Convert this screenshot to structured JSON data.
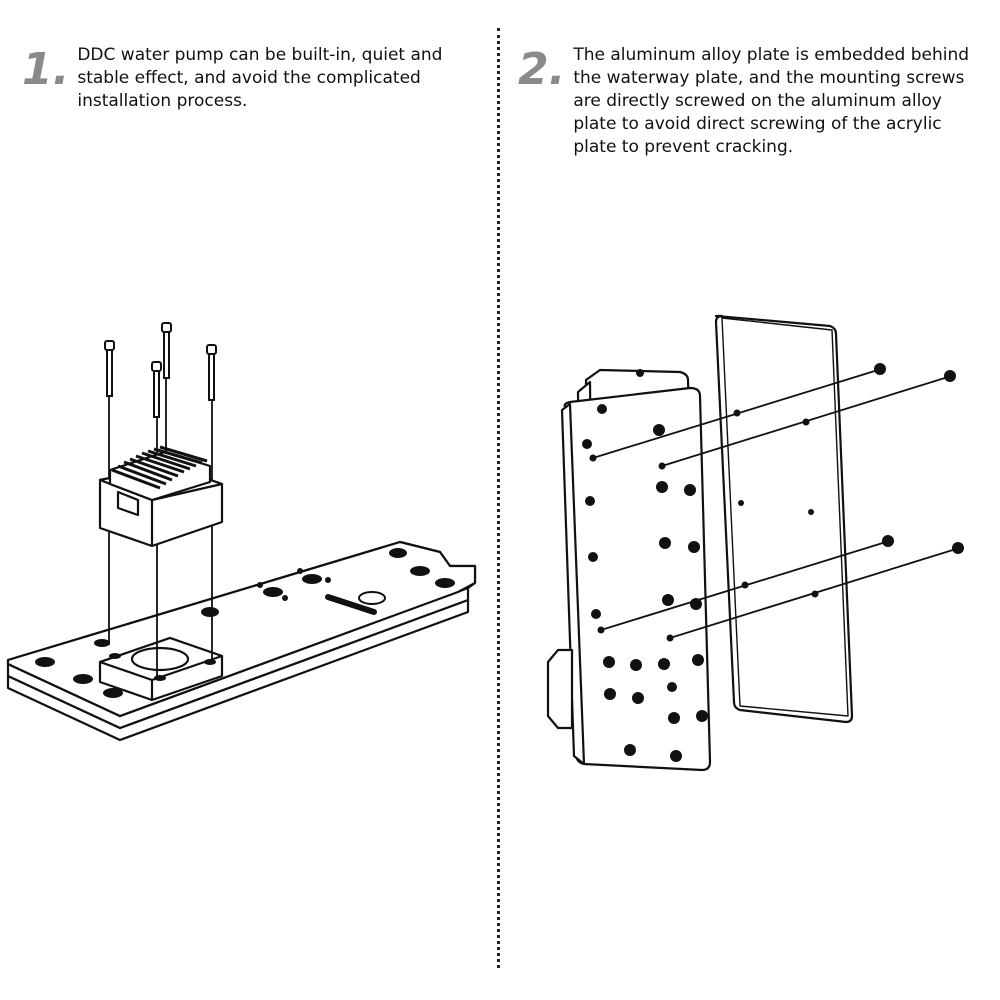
{
  "steps": [
    {
      "number": "1.",
      "text": "DDC water pump can be built-in, quiet and stable effect, and avoid the complicated installation process."
    },
    {
      "number": "2.",
      "text": "The aluminum alloy plate is embedded behind the waterway plate, and the mounting screws are directly screwed on the aluminum alloy plate to avoid direct screwing of the acrylic plate to prevent cracking."
    }
  ],
  "colors": {
    "number": "#8a8a8a",
    "line": "#111111"
  },
  "icons": [
    "pump-exploded-illustration",
    "plate-exploded-illustration"
  ]
}
